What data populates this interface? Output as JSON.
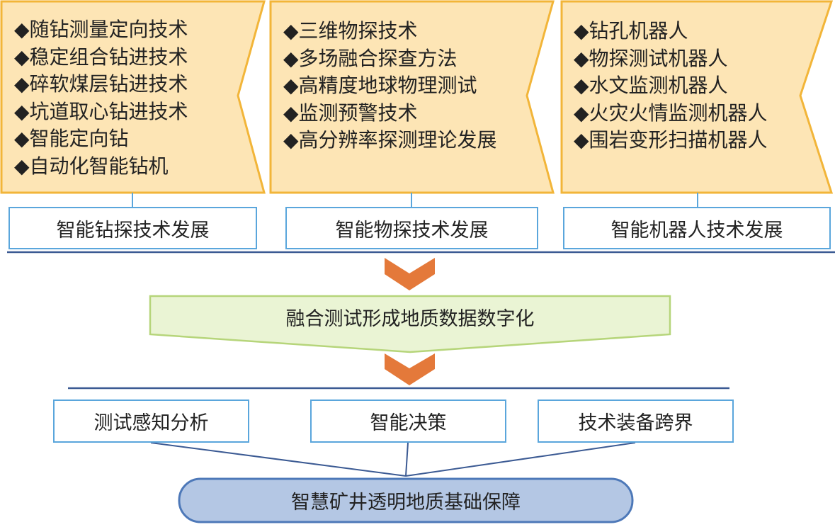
{
  "banners": [
    {
      "items": [
        "◆随钻测量定向技术",
        "◆稳定组合钻进技术",
        "◆碎软煤层钻进技术",
        "◆坑道取心钻进技术",
        "◆智能定向钻",
        "◆自动化智能钻机"
      ],
      "label": "智能钻探技术发展"
    },
    {
      "items": [
        "◆三维物探技术",
        "◆多场融合探查方法",
        "◆高精度地球物理测试",
        "◆监测预警技术",
        "◆高分辨率探测理论发展"
      ],
      "label": "智能物探技术发展"
    },
    {
      "items": [
        "◆钻孔机器人",
        "◆物探测试机器人",
        "◆水文监测机器人",
        "◆火灾火情监测机器人",
        "◆围岩变形扫描机器人"
      ],
      "label": "智能机器人技术发展"
    }
  ],
  "fusion": {
    "label": "融合测试形成地质数据数字化"
  },
  "outcomes": [
    "测试感知分析",
    "智能决策",
    "技术装备跨界"
  ],
  "foundation": {
    "label": "智慧矿井透明地质基础保障"
  },
  "colors": {
    "banner_fill": "#fde5b5",
    "banner_border": "#f2b539",
    "box_border": "#5aa6dc",
    "divider": "#3b5a93",
    "arrow": "#e4793a",
    "fusion_fill": "#eaf4d4",
    "fusion_border": "#b6d57a",
    "foundation_fill": "#b4c7e4",
    "foundation_border": "#4d78b8"
  }
}
